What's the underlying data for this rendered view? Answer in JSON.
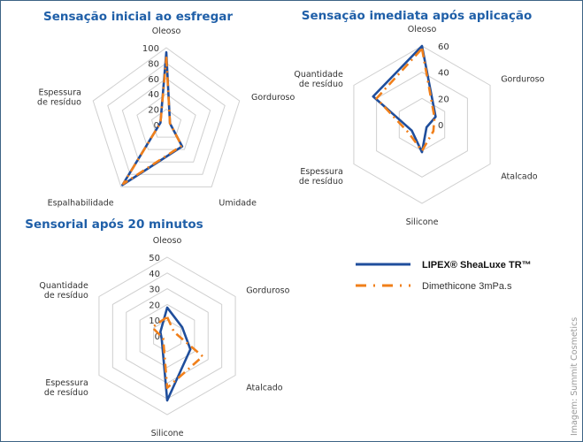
{
  "colors": {
    "series1": "#1f4e9c",
    "series2": "#f07f1a",
    "grid": "#cfcfcf",
    "title": "#1f5fa8"
  },
  "legend": [
    {
      "name": "LIPEX® SheaLuxe TR™"
    },
    {
      "name": "Dimethicone 3mPa.s"
    }
  ],
  "credit": "Imagem: Summit Cosmetics",
  "chart_data": [
    {
      "type": "radar",
      "title": "Sensação inicial ao esfregar",
      "categories": [
        "Oleoso",
        "Gorduroso",
        "Umidade",
        "Espalhabilidade",
        "Espessura de resíduo"
      ],
      "ticks": [
        "0",
        "20",
        "40",
        "60",
        "80",
        "100"
      ],
      "range": [
        0,
        100
      ],
      "series": [
        {
          "name": "LIPEX® SheaLuxe TR™",
          "values": [
            94,
            5,
            35,
            97,
            8
          ]
        },
        {
          "name": "Dimethicone 3mPa.s",
          "values": [
            87,
            5,
            34,
            95,
            8
          ]
        }
      ]
    },
    {
      "type": "radar",
      "title": "Sensação imediata após aplicação",
      "categories": [
        "Oleoso",
        "Gorduroso",
        "Atalcado",
        "Silicone",
        "Espessura de resíduo",
        "Quantidade de resíduo"
      ],
      "ticks": [
        "0",
        "20",
        "40",
        "60"
      ],
      "range": [
        0,
        60
      ],
      "series": [
        {
          "name": "LIPEX® SheaLuxe TR™",
          "values": [
            60,
            12,
            4,
            21,
            9,
            43
          ]
        },
        {
          "name": "Dimethicone 3mPa.s",
          "values": [
            58,
            11,
            10,
            20,
            12,
            40
          ]
        }
      ]
    },
    {
      "type": "radar",
      "title": "Sensorial após 20 minutos",
      "categories": [
        "Oleoso",
        "Gorduroso",
        "Atalcado",
        "Silicone",
        "Espessura de resíduo",
        "Quantidade de resíduo"
      ],
      "ticks": [
        "0",
        "10",
        "20",
        "30",
        "40",
        "50"
      ],
      "range": [
        0,
        50
      ],
      "series": [
        {
          "name": "LIPEX® SheaLuxe TR™",
          "values": [
            18,
            11,
            17,
            41,
            4,
            5
          ]
        },
        {
          "name": "Dimethicone 3mPa.s",
          "values": [
            12,
            5,
            26,
            33,
            3,
            11
          ]
        }
      ]
    }
  ]
}
